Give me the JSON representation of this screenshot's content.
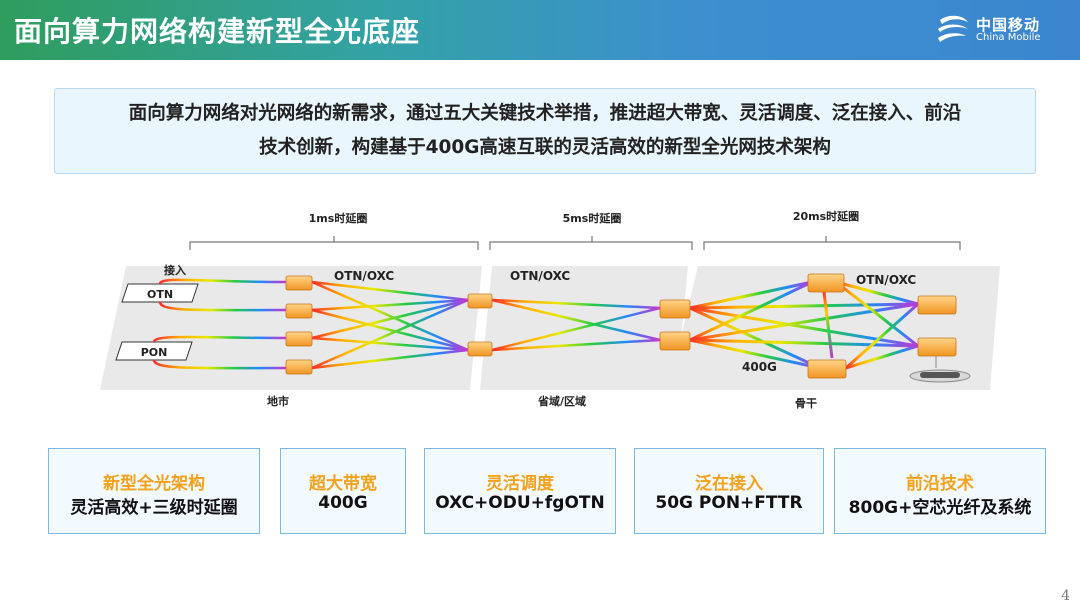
{
  "header": {
    "title": "面向算力网络构建新型全光底座",
    "logo_cn": "中国移动",
    "logo_en": "China Mobile"
  },
  "banner": {
    "line1": "面向算力网络对光网络的新需求，通过五大关键技术举措，推进超大带宽、灵活调度、泛在接入、前沿",
    "line2": "技术创新，构建基于400G高速互联的灵活高效的新型全光网技术架构"
  },
  "diagram": {
    "latency": [
      "1ms时延圈",
      "5ms时延圈",
      "20ms时延圈"
    ],
    "access_label": "接入",
    "otn_box": "OTN",
    "pon_box": "PON",
    "otn_oxc": "OTN/OXC",
    "bandwidth": "400G",
    "regions": [
      "地市",
      "省域/区域",
      "骨干"
    ]
  },
  "cards": [
    {
      "title": "新型全光架构",
      "body": "灵活高效+三级时延圈"
    },
    {
      "title": "超大带宽",
      "body": "400G"
    },
    {
      "title": "灵活调度",
      "body": "OXC+ODU+fgOTN"
    },
    {
      "title": "泛在接入",
      "body": "50G PON+FTTR"
    },
    {
      "title": "前沿技术",
      "body": "800G+空芯光纤及系统"
    }
  ],
  "page_number": "4"
}
